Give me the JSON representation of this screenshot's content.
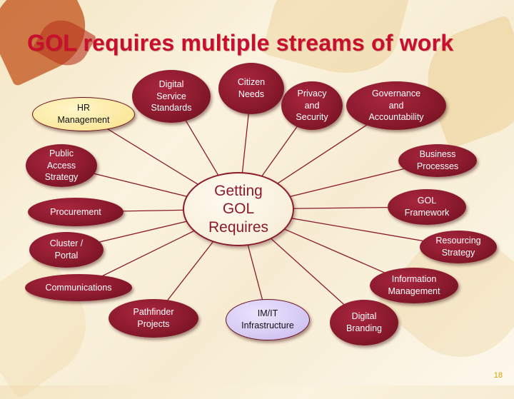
{
  "title": "GOL requires multiple streams of work",
  "center_label": "Getting\nGOL\nRequires",
  "nodes": [
    {
      "id": "hr-management",
      "label": "HR\nManagement"
    },
    {
      "id": "digital-service-standards",
      "label": "Digital\nService\nStandards"
    },
    {
      "id": "citizen-needs",
      "label": "Citizen\nNeeds"
    },
    {
      "id": "privacy-and-security",
      "label": "Privacy\nand\nSecurity"
    },
    {
      "id": "governance-and-accountability",
      "label": "Governance\nand\nAccountability"
    },
    {
      "id": "public-access-strategy",
      "label": "Public\nAccess\nStrategy"
    },
    {
      "id": "business-processes",
      "label": "Business\nProcesses"
    },
    {
      "id": "gol-framework",
      "label": "GOL\nFramework"
    },
    {
      "id": "procurement",
      "label": "Procurement"
    },
    {
      "id": "resourcing-strategy",
      "label": "Resourcing\nStrategy"
    },
    {
      "id": "cluster-portal",
      "label": "Cluster /\nPortal"
    },
    {
      "id": "information-management",
      "label": "Information\nManagement"
    },
    {
      "id": "communications",
      "label": "Communications"
    },
    {
      "id": "pathfinder-projects",
      "label": "Pathfinder\nProjects"
    },
    {
      "id": "im-it-infrastructure",
      "label": "IM/IT\nInfrastructure"
    },
    {
      "id": "digital-branding",
      "label": "Digital\nBranding"
    }
  ],
  "page_number": "18",
  "colors": {
    "node_fill": "#8b1a2d",
    "line": "#8b1a2d",
    "title": "#c8102e",
    "hr_node_fill": "#fbe89c",
    "it_node_fill": "#d2c6f2"
  }
}
